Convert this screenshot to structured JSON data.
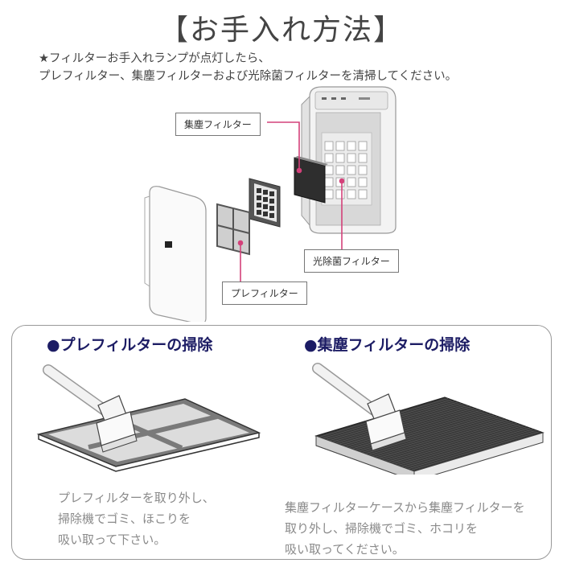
{
  "title": "【お手入れ方法】",
  "intro": {
    "line1": "★フィルターお手入れランプが点灯したら、",
    "line2": "プレフィルター、集塵フィルターおよび光除菌フィルターを清掃してください。"
  },
  "callouts": {
    "dust_filter": "集塵フィルター",
    "photo_filter": "光除菌フィルター",
    "pre_filter": "プレフィルター"
  },
  "sections": {
    "pre": {
      "heading": "●プレフィルターの掃除",
      "lines": [
        "プレフィルターを取り外し、",
        "掃除機でゴミ、ほこりを",
        "吸い取って下さい。"
      ]
    },
    "dust": {
      "heading": "●集塵フィルターの掃除",
      "lines": [
        "集塵フィルターケースから集塵フィルターを",
        "取り外し、掃除機でゴミ、ホコリを",
        "吸い取ってください。"
      ]
    }
  },
  "colors": {
    "heading": "#1c1c64",
    "leader": "#d4417a"
  }
}
